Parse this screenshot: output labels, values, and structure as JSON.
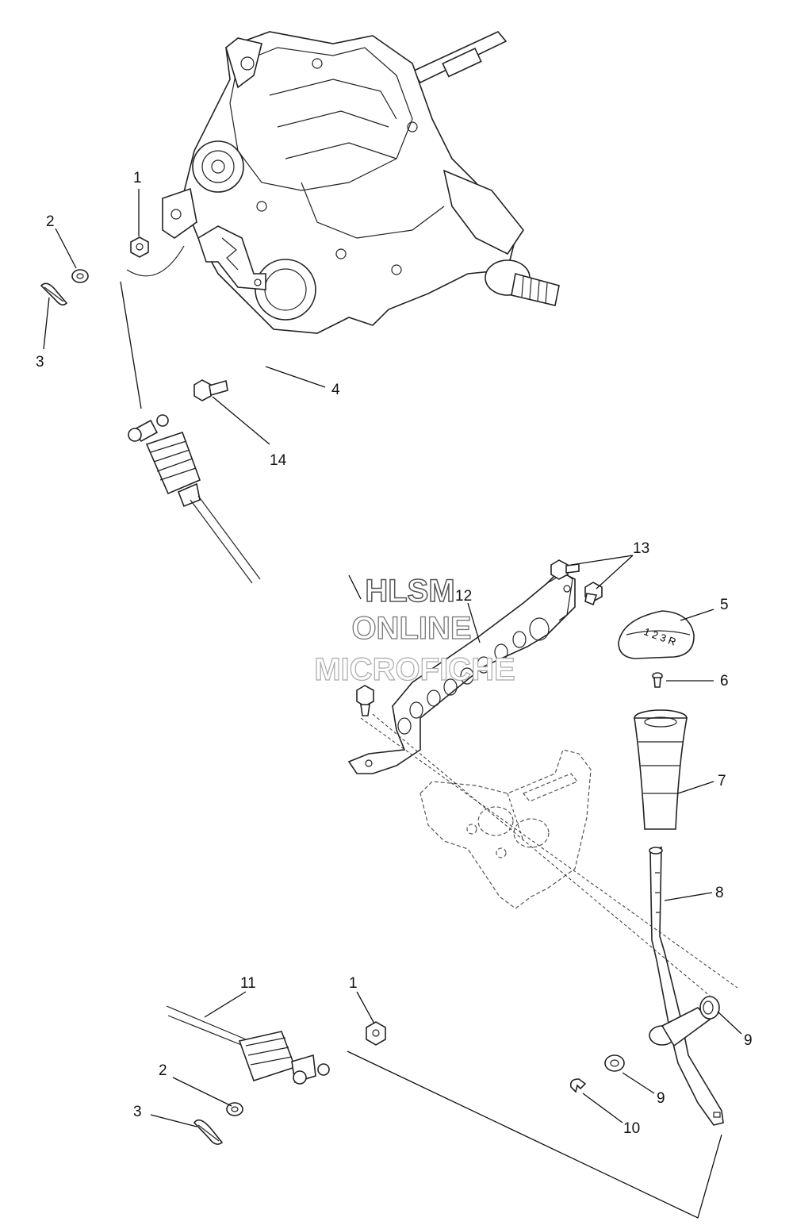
{
  "watermark": {
    "line1": "HLSM",
    "line2": "ONLINE",
    "line3": "MICROFICHE"
  },
  "callouts": [
    {
      "id": "c1a",
      "text": "1"
    },
    {
      "id": "c2a",
      "text": "2"
    },
    {
      "id": "c3a",
      "text": "3"
    },
    {
      "id": "c4",
      "text": "4"
    },
    {
      "id": "c14",
      "text": "14"
    },
    {
      "id": "c13",
      "text": "13"
    },
    {
      "id": "c12",
      "text": "12"
    },
    {
      "id": "c5",
      "text": "5"
    },
    {
      "id": "c6",
      "text": "6"
    },
    {
      "id": "c7",
      "text": "7"
    },
    {
      "id": "c8",
      "text": "8"
    },
    {
      "id": "c11",
      "text": "11"
    },
    {
      "id": "c1b",
      "text": "1"
    },
    {
      "id": "c2b",
      "text": "2"
    },
    {
      "id": "c3b",
      "text": "3"
    },
    {
      "id": "c9a",
      "text": "9"
    },
    {
      "id": "c9b",
      "text": "9"
    },
    {
      "id": "c10",
      "text": "10"
    }
  ],
  "knob_gear_marks": "1 2 3 R"
}
